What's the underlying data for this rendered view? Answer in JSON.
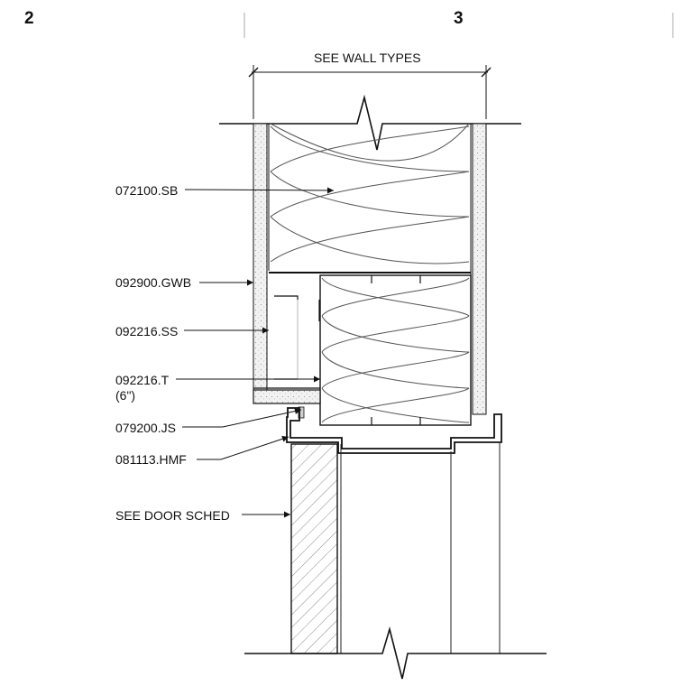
{
  "grid_markers": {
    "left": "2",
    "right": "3"
  },
  "dimension_label": "SEE WALL TYPES",
  "callouts": {
    "sheathing_insulation": "072100.SB",
    "gypsum_board": "092900.GWB",
    "steel_studs": "092216.SS",
    "steel_track": "092216.T",
    "steel_track_size": "(6\")",
    "joint_sealant": "079200.JS",
    "hollow_metal_frame": "081113.HMF",
    "door_ref": "SEE DOOR SCHED"
  },
  "colors": {
    "line": "#111111",
    "sheet_fill": "#dcdcdc",
    "hatch": "#8a8a8a"
  }
}
